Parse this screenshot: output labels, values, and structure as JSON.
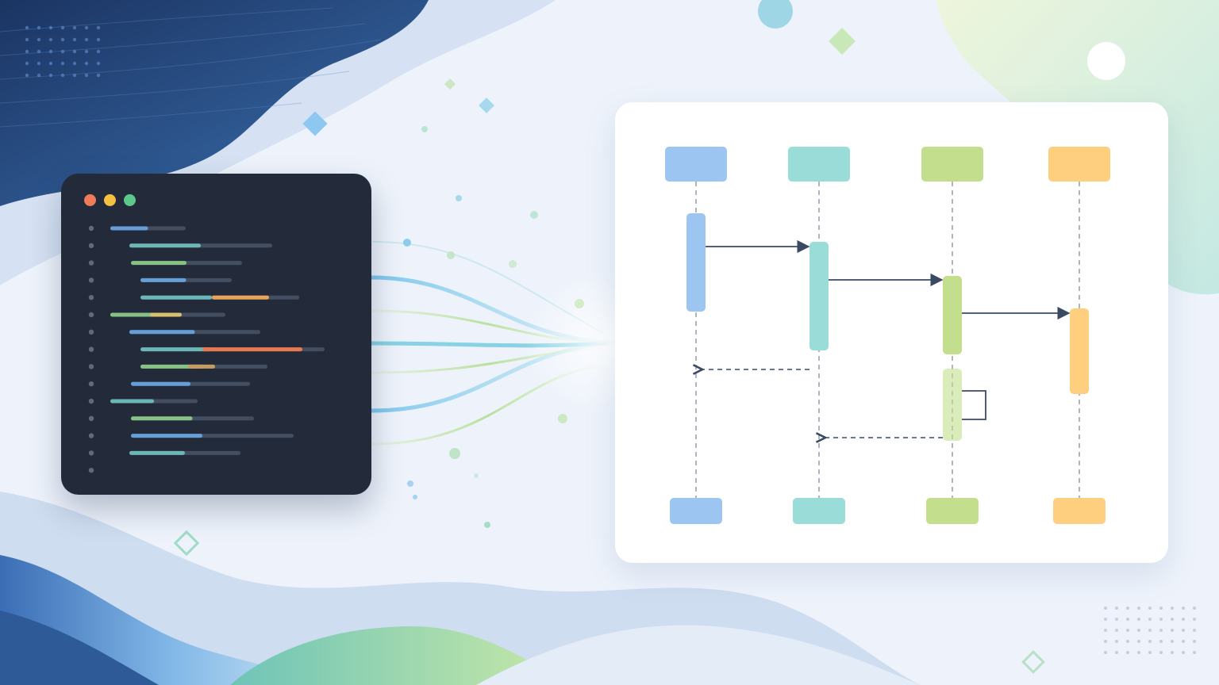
{
  "palette": {
    "navy": "#1f3a6b",
    "editor_bg": "#232b3a",
    "blue": "#9cc6f1",
    "teal": "#9adcd8",
    "green": "#c3df8e",
    "orange": "#ffcf80",
    "arrow": "#3a4a63",
    "dashed": "#8c96a8"
  },
  "editor": {
    "window_controls": [
      {
        "icon": "close-dot-icon",
        "color": "#f07b5a"
      },
      {
        "icon": "minimize-dot-icon",
        "color": "#f5c042"
      },
      {
        "icon": "maximize-dot-icon",
        "color": "#5cc98a"
      }
    ],
    "code_line_count": 15
  },
  "sequence_diagram": {
    "participants": [
      {
        "id": "p1",
        "color": "#9cc6f1"
      },
      {
        "id": "p2",
        "color": "#9adcd8"
      },
      {
        "id": "p3",
        "color": "#c3df8e"
      },
      {
        "id": "p4",
        "color": "#ffcf80"
      }
    ],
    "messages": [
      {
        "from": 1,
        "to": 2,
        "style": "solid"
      },
      {
        "from": 2,
        "to": 3,
        "style": "solid"
      },
      {
        "from": 3,
        "to": 4,
        "style": "solid"
      },
      {
        "from": 2,
        "to": 1,
        "style": "dashed"
      },
      {
        "from": 3,
        "to": 3,
        "style": "self"
      },
      {
        "from": 3,
        "to": 2,
        "style": "dashed"
      }
    ]
  }
}
